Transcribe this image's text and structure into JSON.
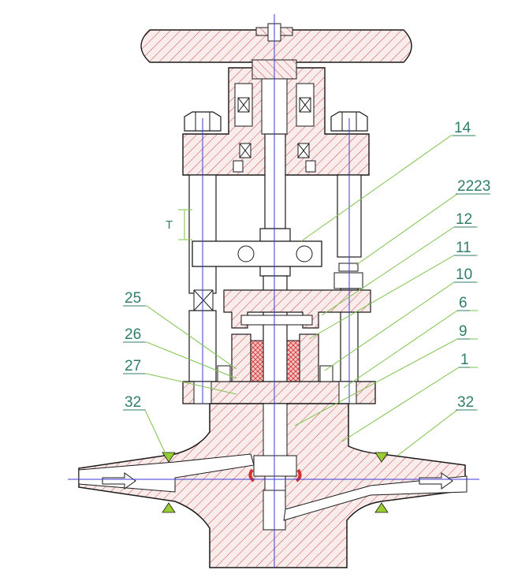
{
  "labels": {
    "l14": "14",
    "l2223": "2223",
    "l12": "12",
    "l11": "11",
    "l10": "10",
    "l6": "6",
    "l9": "9",
    "l1": "1",
    "l32_left": "32",
    "l32_right": "32",
    "l25": "25",
    "l26": "26",
    "l27": "27",
    "dim_T": "T"
  },
  "colors": {
    "outline": "#1a1a1a",
    "hatch": "#c8464a",
    "body_fill": "#fbe9e9",
    "leader": "#7fc24a",
    "label": "#2f7d6a",
    "centerline": "#3b3bd6",
    "weld": "#9acd32",
    "packing": "#d63030"
  }
}
